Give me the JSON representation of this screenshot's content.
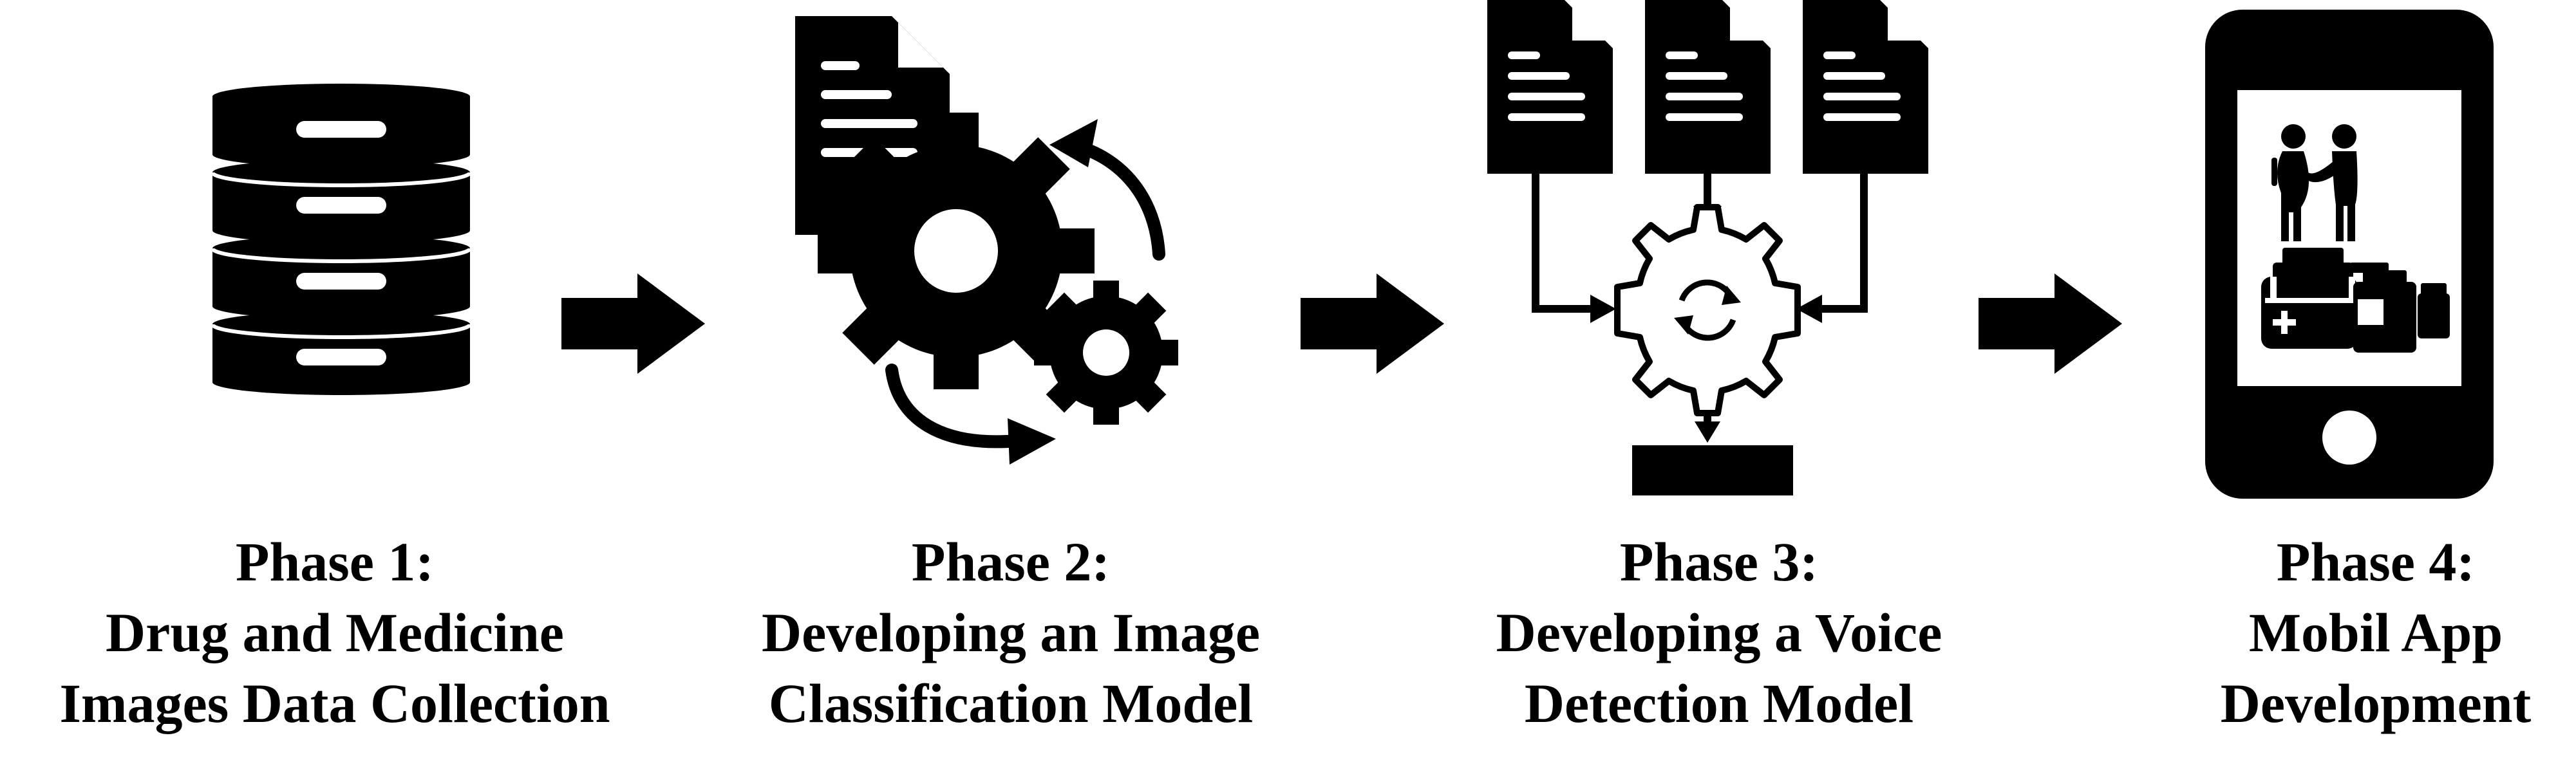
{
  "phases": [
    {
      "title": "Phase 1:",
      "line1": "Drug and Medicine",
      "line2": "Images Data Collection",
      "icon": "database-icon"
    },
    {
      "title": "Phase 2:",
      "line1": "Developing an Image",
      "line2": "Classification Model",
      "icon": "gears-document-icon"
    },
    {
      "title": "Phase 3:",
      "line1": "Developing a Voice",
      "line2": "Detection Model",
      "icon": "documents-gear-icon"
    },
    {
      "title": "Phase 4:",
      "line1": "Mobil App",
      "line2": "Development",
      "icon": "mobile-phone-icon"
    }
  ],
  "colors": {
    "ink": "#000000",
    "background": "#ffffff"
  }
}
